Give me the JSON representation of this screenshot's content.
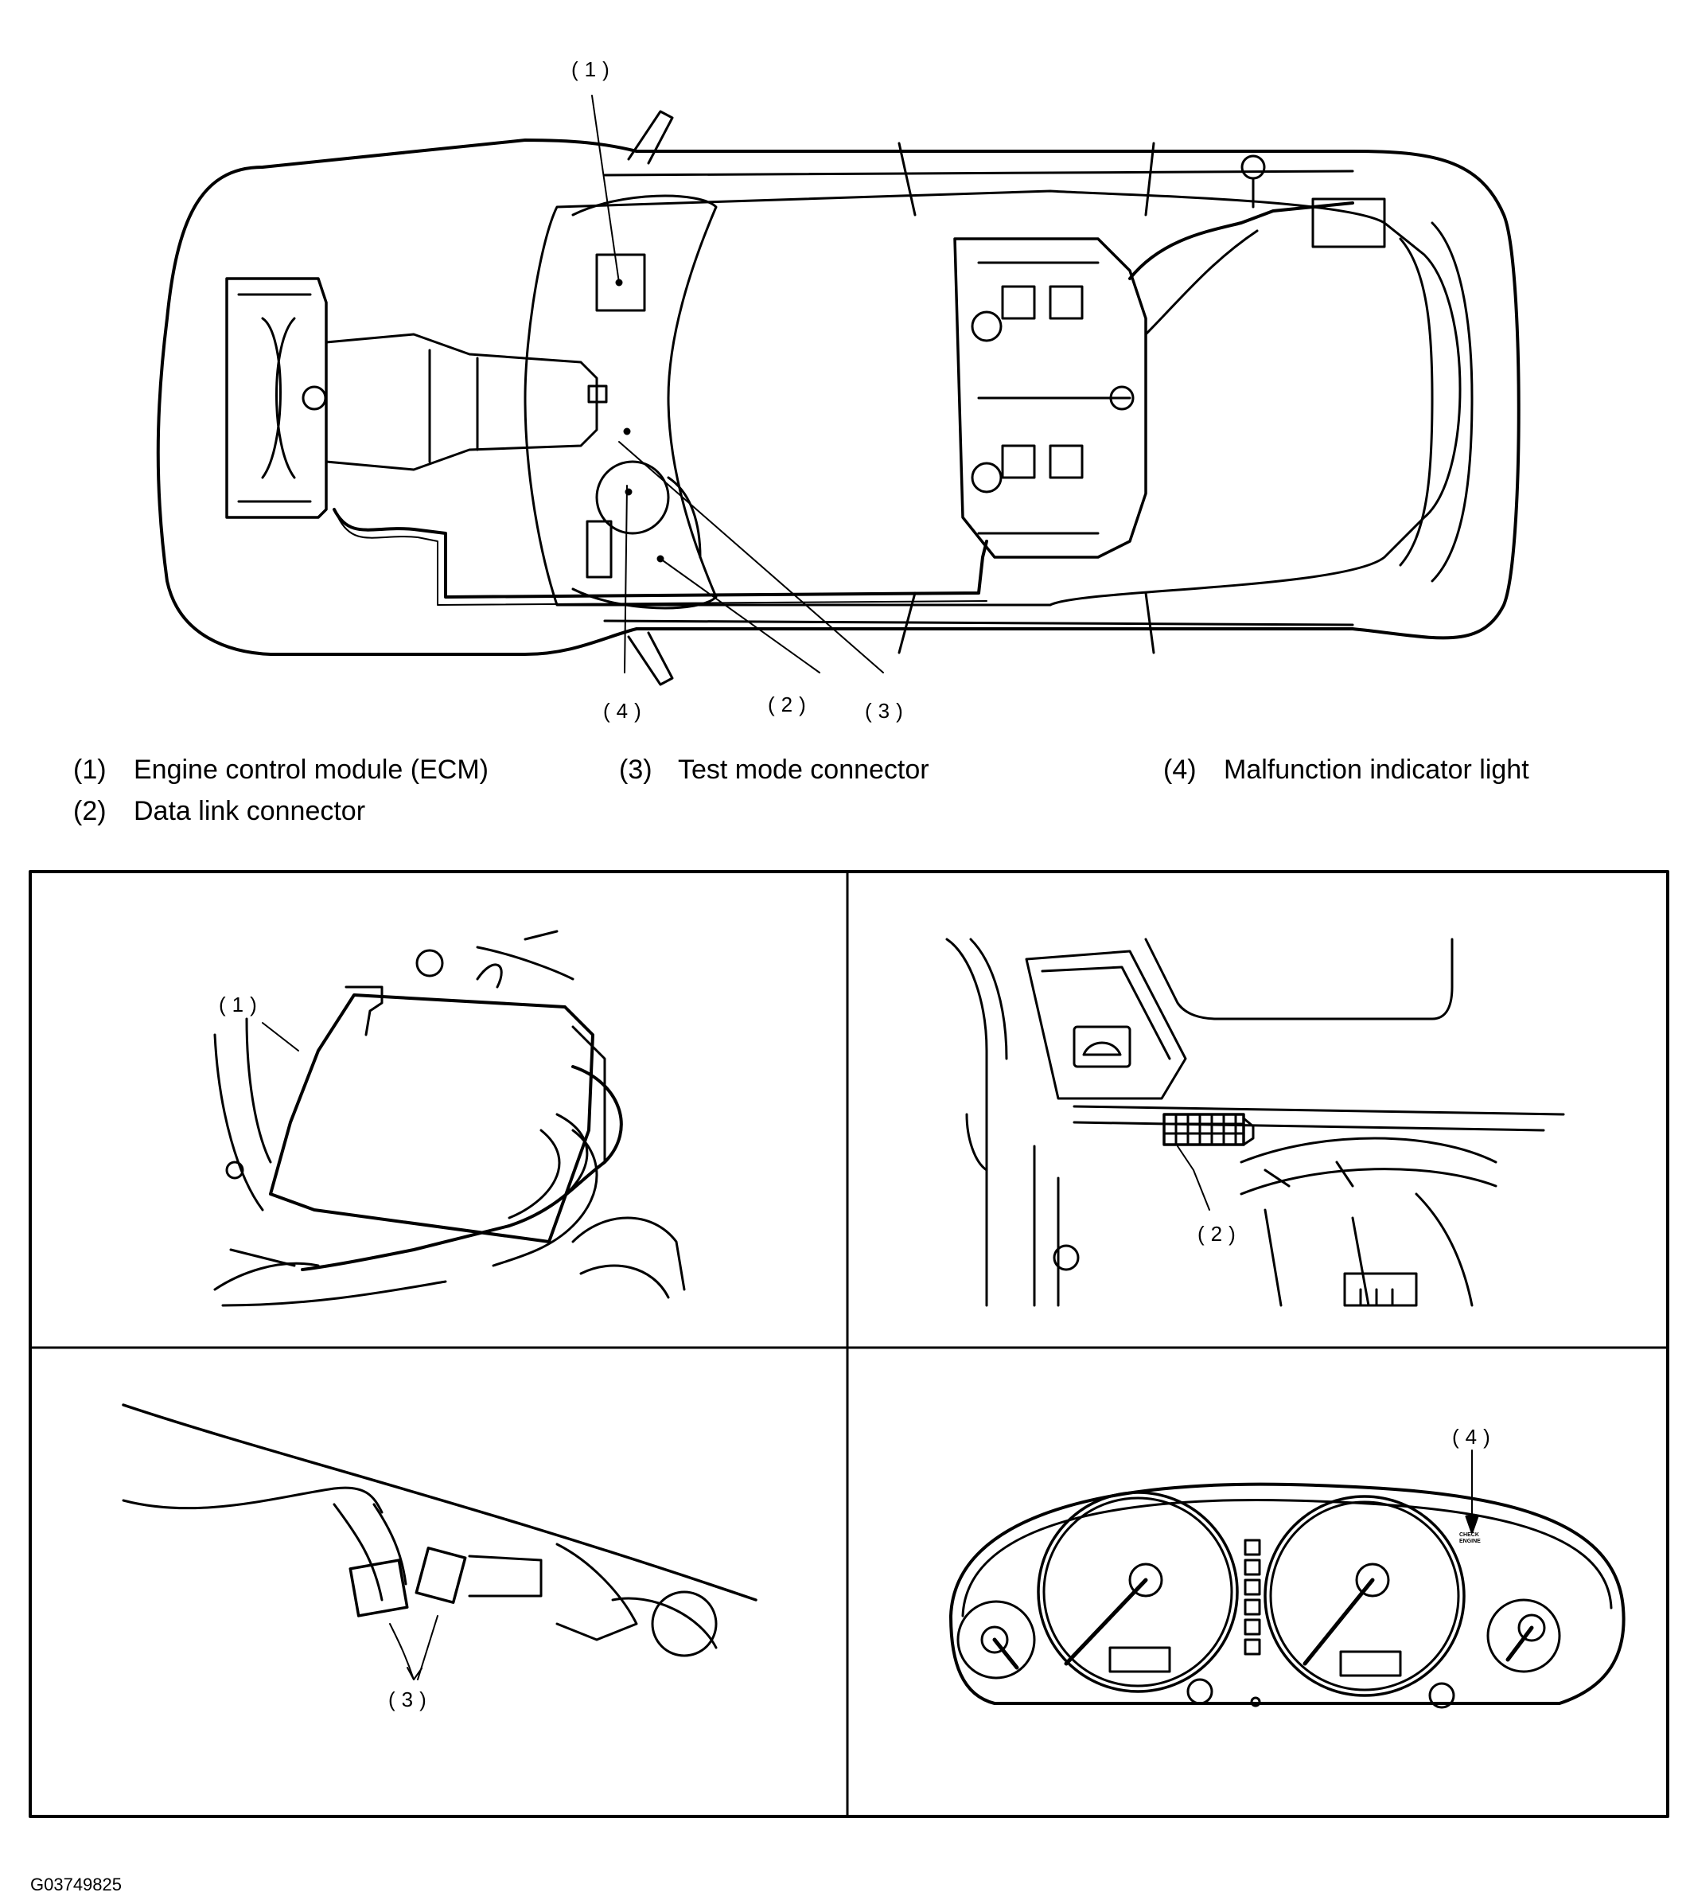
{
  "callouts": {
    "top_ecm": "(1)",
    "top_mil": "(4)",
    "top_dlc": "(2)",
    "top_test": "(3)",
    "panel_ecm": "(1)",
    "panel_dlc": "(2)",
    "panel_test": "(3)",
    "panel_mil": "(4)"
  },
  "legend": [
    {
      "num": "(1)",
      "text": "Engine control module (ECM)"
    },
    {
      "num": "(3)",
      "text": "Test mode connector"
    },
    {
      "num": "(4)",
      "text": "Malfunction indicator light"
    },
    {
      "num": "(2)",
      "text": "Data link connector"
    }
  ],
  "gauge_label": {
    "line1": "CHECK",
    "line2": "ENGINE"
  },
  "figure_id": "G03749825",
  "colors": {
    "ink": "#000000",
    "paper": "#ffffff"
  }
}
